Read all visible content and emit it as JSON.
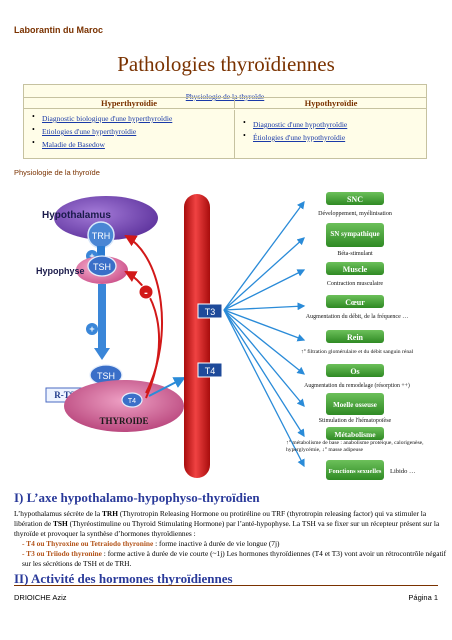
{
  "header": {
    "site_name": "Laborantin du Maroc"
  },
  "title": "Pathologies thyroïdiennes",
  "toc": {
    "title": "Physiologie de la thyroïde",
    "hyper_header": "Hyperthyroïdie",
    "hypo_header": "Hypothyroïdie",
    "hyper_items": [
      "Diagnostic biologique d'une hyperthyroïdie",
      "Etiologies d'une hyperthyroïdie",
      "Maladie de Basedow"
    ],
    "hypo_items": [
      "Diagnostic d'une hypothyroïdie",
      "Étiologies d'une hypothyroïdie"
    ]
  },
  "section_label": "Physiologie de la thyroïde",
  "figure": {
    "hypothalamus": "Hypothalamus",
    "trh": "TRH",
    "hypophyse": "Hypophyse",
    "tsh": "TSH",
    "tsh_receptor_tag": "TSH",
    "rtsh": "R-TSH",
    "t4_small": "T4",
    "thyroide": "THYROIDE",
    "plus": "+",
    "minus": "-",
    "t3": "T3",
    "t4": "T4",
    "targets": [
      {
        "label": "SNC",
        "effect": "Développement, myélinisation"
      },
      {
        "label": "SN sympathique",
        "effect": "Béta-stimulant"
      },
      {
        "label": "Muscle",
        "effect": "Contraction musculaire"
      },
      {
        "label": "Cœur",
        "effect": "Augmentation du débit, de la fréquence …"
      },
      {
        "label": "Rein",
        "effect": "↑° filtration glomérulaire et du débit sanguin rénal"
      },
      {
        "label": "Os",
        "effect": "Augmentation du remodelage (résorption ++)"
      },
      {
        "label": "Moelle osseuse",
        "effect": "Stimulation de l'hématopoïèse"
      },
      {
        "label": "Métabolisme",
        "effect": "↑° métabolisme de base : anabolisme protéique, calorigenèse, hyperglycémie, ↓° masse adipeuse"
      },
      {
        "label": "Fonctions sexuelles",
        "effect": "Libido …"
      }
    ]
  },
  "section1": {
    "heading": "I) L’axe hypothalamo-hypophyso-thyroïdien",
    "p1_a": "L’hypothalamus sécrète de la ",
    "p1_trh": "TRH",
    "p1_b": " (Thyrotropin Releasing Hormone ou protiréline ou TRF (thyrotropin releasing factor) qui va stimuler la libération de ",
    "p1_tsh": "TSH",
    "p1_c": " (Thyréostimuline ou Thyroid Stimulating Hormone) par l’anté-hypophyse. La TSH va se fixer sur un récepteur présent sur la thyroïde et provoquer la synthèse d’hormones thyroïdiennes :",
    "t4_lead": "- T4 ou Thyroxine ou Tetraiodo thyronine",
    "t4_rest": " : forme inactive à durée de vie longue (7j)",
    "t3_lead": "- T3 ou Triiodo thyronine",
    "t3_rest": " : forme active à durée de vie courte (~1j) Les hormones thyroïdiennes (T4 et T3) vont avoir un rétrocontrôle négatif sur les sécrétions de TSH et de TRH."
  },
  "section2": {
    "heading": "II) Activité des hormones thyroïdiennes"
  },
  "footer": {
    "author": "DRIOICHE Aziz",
    "page": "Página 1"
  },
  "colors": {
    "accent_brown": "#7a3200",
    "heading_blue": "#2a3a9a",
    "link_blue": "#1a3aa8",
    "target_green": "#3b8f2f",
    "vessel_red": "#d21818"
  }
}
